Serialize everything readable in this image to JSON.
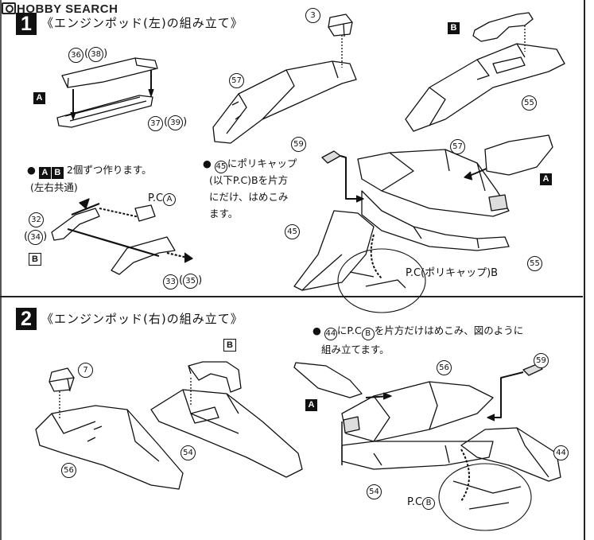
{
  "watermark": "HOBBY SEARCH",
  "step1": {
    "number": "1",
    "title": "《エンジンポッド(左)の組み立て》",
    "note_ab": "2個ずつ作ります。",
    "note_ab_sub": "(左右共通)",
    "note_45": [
      "にポリキャップ",
      "(以下P.C)Bを片方",
      "にだけ、はめこみ",
      "ます。"
    ],
    "pc_label": "P.C",
    "pc_letter": "A",
    "pc_callout": "P.C(ポリキャップ)B"
  },
  "step2": {
    "number": "2",
    "title": "《エンジンポッド(右)の組み立て》",
    "note_44_line1": "にP.C",
    "note_44_line1b": "を片方だけはめこみ、図のように",
    "note_44_line2": "組み立てます。",
    "pc_label": "P.C",
    "pc_letter": "B"
  },
  "tags": {
    "a": "A",
    "b": "B"
  },
  "parts": {
    "p36": "36",
    "p38": "38",
    "p37": "37",
    "p39": "39",
    "p3": "3",
    "p57": "57",
    "p55": "55",
    "p59": "59",
    "p45": "45",
    "p32": "32",
    "p34": "34",
    "p33": "33",
    "p35": "35",
    "p7": "7",
    "p56": "56",
    "p54": "54",
    "p44": "44"
  }
}
